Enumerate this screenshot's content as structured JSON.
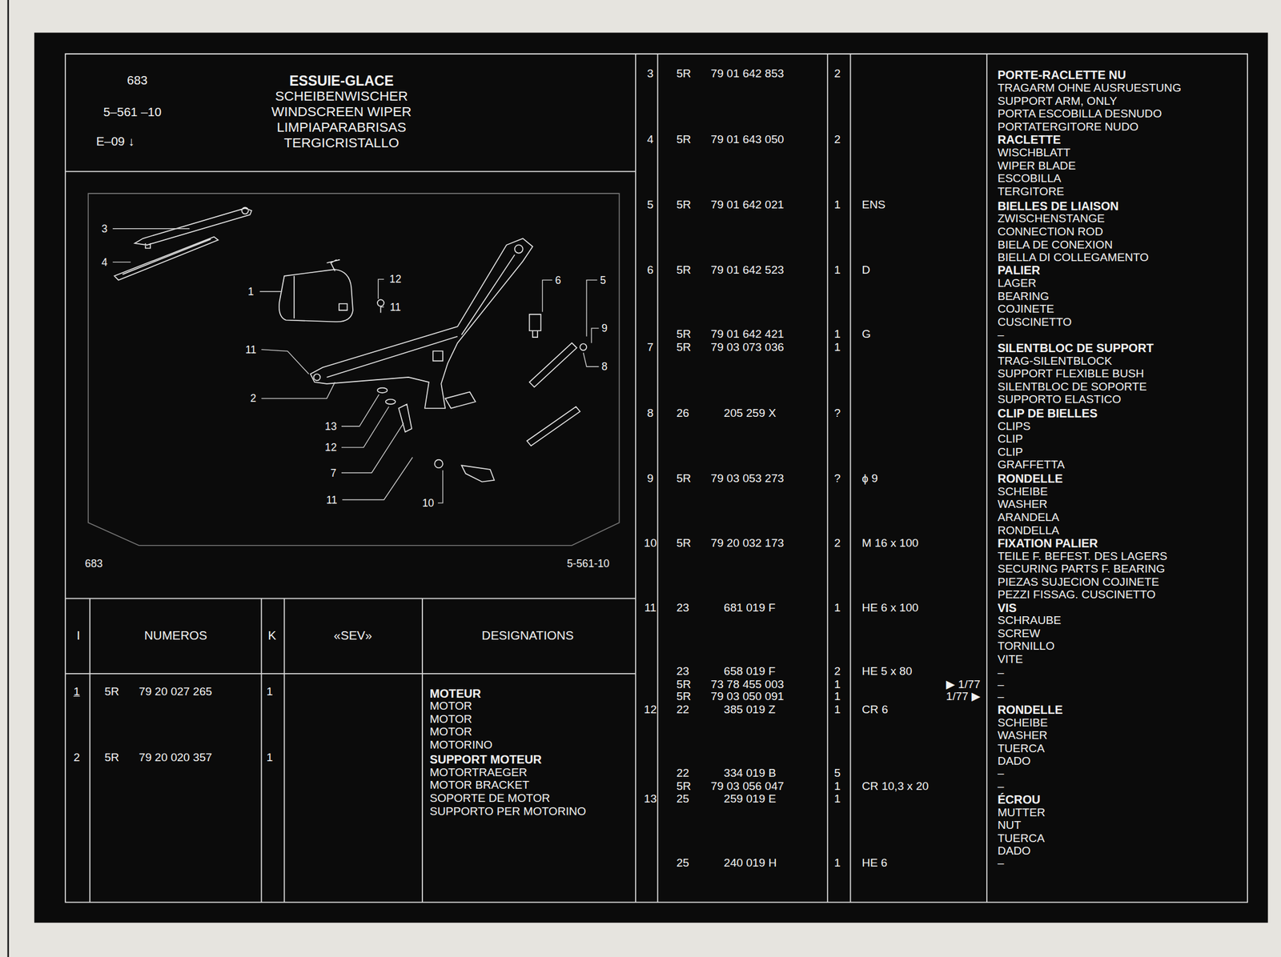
{
  "diagram": {
    "labels": [
      "683",
      "5–561 –10",
      "E–09 ↓",
      "ESSUIE-GLACE",
      "SCHEIBENWISCHER",
      "WINDSCREEN WIPER",
      "LIMPIAPARABRISAS",
      "TERGICRISTALLO",
      "3",
      "4",
      "12",
      "6",
      "5",
      "1",
      "11",
      "9",
      "11",
      "8",
      "2",
      "13",
      "12",
      "7",
      "11",
      "10",
      "683",
      "5-561-10",
      "I",
      "NUMEROS",
      "K",
      "«SEV»",
      "DESIGNATIONS",
      "1",
      "5R",
      "79 20 027 265",
      "1",
      "MOTEUR",
      "MOTOR",
      "MOTOR",
      "MOTOR",
      "MOTORINO",
      "2",
      "5R",
      "79 20 020 357",
      "1",
      "SUPPORT MOTEUR",
      "MOTORTRAEGER",
      "MOTOR BRACKET",
      "SOPORTE DE MOTOR",
      "SUPPORTO PER MOTORINO",
      "3",
      "5R",
      "79 01 642 853",
      "2",
      "PORTE-RACLETTE NU",
      "TRAGARM OHNE AUSRUESTUNG",
      "SUPPORT ARM, ONLY",
      "PORTA ESCOBILLA DESNUDO",
      "PORTATERGITORE NUDO",
      "4",
      "5R",
      "79 01 643 050",
      "2",
      "RACLETTE",
      "WISCHBLATT",
      "WIPER BLADE",
      "ESCOBILLA",
      "TERGITORE",
      "5",
      "5R",
      "79 01 642 021",
      "1",
      "ENS",
      "BIELLES DE LIAISON",
      "ZWISCHENSTANGE",
      "CONNECTION ROD",
      "BIELA DE CONEXION",
      "BIELLA DI COLLEGAMENTO",
      "6",
      "5R",
      "79 01 642 523",
      "1",
      "D",
      "PALIER",
      "LAGER",
      "BEARING",
      "COJINETE",
      "CUSCINETTO",
      "–",
      "5R",
      "79 01 642 421",
      "1",
      "G",
      "7",
      "5R",
      "79 03 073 036",
      "1",
      "SILENTBLOC DE SUPPORT",
      "TRAG-SILENTBLOCK",
      "SUPPORT FLEXIBLE BUSH",
      "SILENTBLOC DE SOPORTE",
      "SUPPORTO ELASTICO",
      "8",
      "26",
      "205 259 X",
      "?",
      "CLIP DE BIELLES",
      "CLIPS",
      "CLIP",
      "CLIP",
      "GRAFFETTA",
      "9",
      "5R",
      "79 03 053 273",
      "?",
      "ϕ 9",
      "RONDELLE",
      "SCHEIBE",
      "WASHER",
      "ARANDELA",
      "RONDELLA",
      "10",
      "5R",
      "79 20 032 173",
      "2",
      "M 16 x 100",
      "FIXATION PALIER",
      "TEILE F. BEFEST. DES LAGERS",
      "SECURING PARTS F. BEARING",
      "PIEZAS SUJECION COJINETE",
      "PEZZI FISSAG. CUSCINETTO",
      "11",
      "23",
      "681 019 F",
      "1",
      "HE 6 x 100",
      "VIS",
      "SCHRAUBE",
      "SCREW",
      "TORNILLO",
      "VITE",
      "–",
      "23",
      "658 019 F",
      "2",
      "HE 5 x 80",
      "5R",
      "73 78 455 003",
      "1",
      "▶ 1/77",
      "–",
      "5R",
      "79 03 050 091",
      "1",
      "1/77 ▶",
      "–",
      "12",
      "22",
      "385 019 Z",
      "1",
      "CR 6",
      "RONDELLE",
      "SCHEIBE",
      "WASHER",
      "TUERCA",
      "DADO",
      "22",
      "334 019 B",
      "5",
      "–",
      "5R",
      "79 03 056 047",
      "1",
      "CR 10,3 x 20",
      "–",
      "13",
      "25",
      "259 019 E",
      "1",
      "ÉCROU",
      "MUTTER",
      "NUT",
      "TUERCA",
      "DADO",
      "25",
      "240 019 H",
      "1",
      "HE 6",
      "–"
    ]
  }
}
